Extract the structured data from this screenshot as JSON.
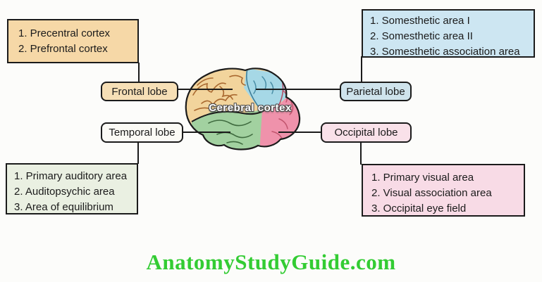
{
  "diagram_title": "Cerebral cortex",
  "center_label": "Cerebral cortex",
  "watermark": "AnatomyStudyGuide.com",
  "lobe_labels": {
    "frontal": "Frontal lobe",
    "parietal": "Parietal lobe",
    "temporal": "Temporal lobe",
    "occipital": "Occipital lobe"
  },
  "area_boxes": {
    "frontal": {
      "items": [
        "1. Precentral cortex",
        "2. Prefrontal cortex"
      ],
      "bg": "#f6d8a7"
    },
    "parietal": {
      "items": [
        "1. Somesthetic area  I",
        "2. Somesthetic area  II",
        "3. Somesthetic  association area"
      ],
      "bg": "#cde6f2"
    },
    "temporal": {
      "items": [
        "1. Primary auditory area",
        "2. Auditopsychic area",
        "3. Area of equilibrium"
      ],
      "bg": "#eaf0e2"
    },
    "occipital": {
      "items": [
        "1. Primary visual area",
        "2. Visual association area",
        "3. Occipital eye field"
      ],
      "bg": "#f8dbe6"
    }
  },
  "colors": {
    "frontal_region": "#f2d49c",
    "parietal_region": "#a6d8e6",
    "temporal_region": "#a2d1a0",
    "occipital_region": "#ef92ab",
    "connector": "#1b1b1b",
    "watermark_green": "#33cc33",
    "background": "#fcfcfa"
  }
}
